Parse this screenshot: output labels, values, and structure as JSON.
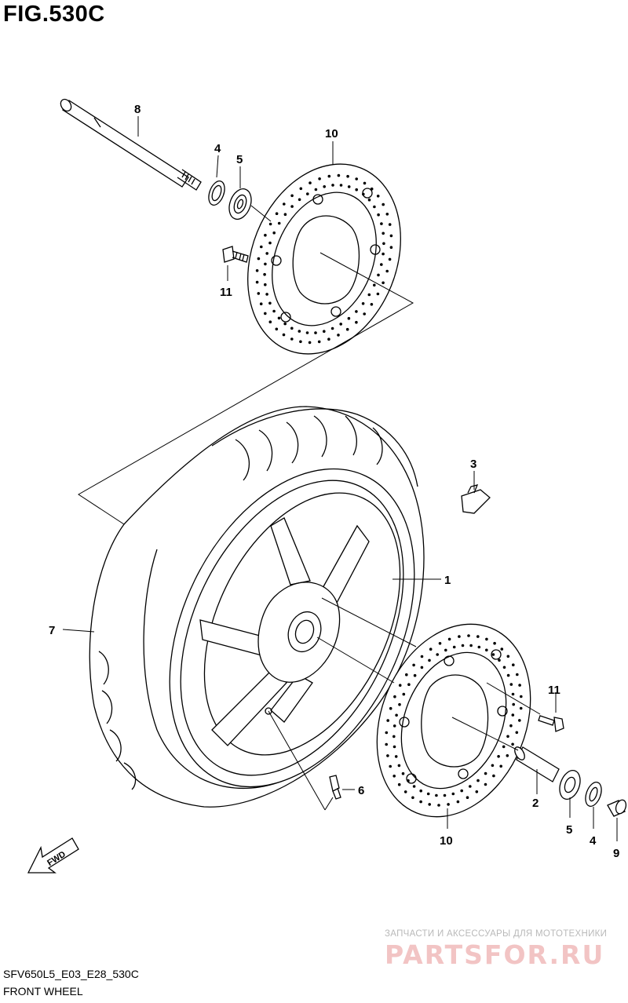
{
  "figure": {
    "title": "FIG.530C"
  },
  "callouts": {
    "c1": "1",
    "c2": "2",
    "c3": "3",
    "c4a": "4",
    "c4b": "4",
    "c5a": "5",
    "c5b": "5",
    "c6": "6",
    "c7": "7",
    "c8": "8",
    "c9": "9",
    "c10a": "10",
    "c10b": "10",
    "c11a": "11",
    "c11b": "11"
  },
  "fwd_badge": "FWD",
  "footer": {
    "model_code": "SFV650L5_E03_E28_530C",
    "caption": "FRONT WHEEL"
  },
  "watermark": {
    "tagline": "ЗАПЧАСТИ И АКСЕССУАРЫ ДЛЯ МОТОТЕХНИКИ",
    "brand": "PARTSFOR.RU"
  },
  "colors": {
    "line": "#000000",
    "watermark_red": "#f2c4c4",
    "watermark_gray": "#b9b9b9"
  }
}
